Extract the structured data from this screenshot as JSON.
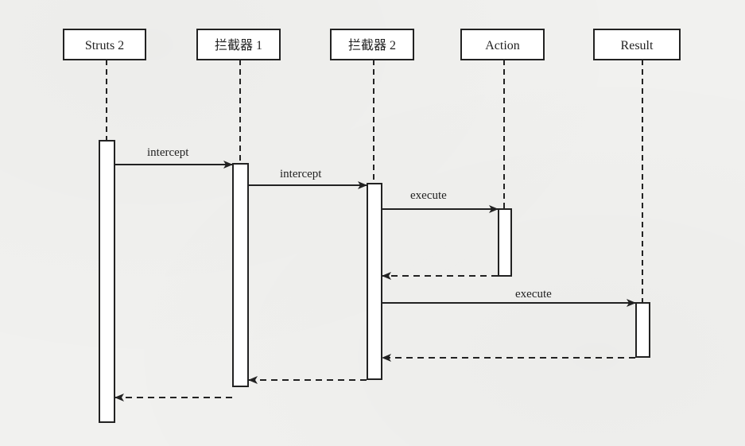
{
  "diagram": {
    "type": "sequence",
    "participants": [
      {
        "id": "struts2",
        "label": "Struts 2"
      },
      {
        "id": "interceptor1",
        "label": "拦截器 1"
      },
      {
        "id": "interceptor2",
        "label": "拦截器 2"
      },
      {
        "id": "action",
        "label": "Action"
      },
      {
        "id": "result",
        "label": "Result"
      }
    ],
    "messages": [
      {
        "from": "struts2",
        "to": "interceptor1",
        "label": "intercept",
        "style": "solid"
      },
      {
        "from": "interceptor1",
        "to": "interceptor2",
        "label": "intercept",
        "style": "solid"
      },
      {
        "from": "interceptor2",
        "to": "action",
        "label": "execute",
        "style": "solid"
      },
      {
        "from": "action",
        "to": "interceptor2",
        "label": "",
        "style": "dashed"
      },
      {
        "from": "interceptor2",
        "to": "result",
        "label": "execute",
        "style": "solid"
      },
      {
        "from": "result",
        "to": "interceptor2",
        "label": "",
        "style": "dashed"
      },
      {
        "from": "interceptor2",
        "to": "interceptor1",
        "label": "",
        "style": "dashed"
      },
      {
        "from": "interceptor1",
        "to": "struts2",
        "label": "",
        "style": "dashed"
      }
    ],
    "colors": {
      "line": "#222222",
      "box_fill": "#ffffff",
      "background": "#f1f1ef"
    }
  }
}
